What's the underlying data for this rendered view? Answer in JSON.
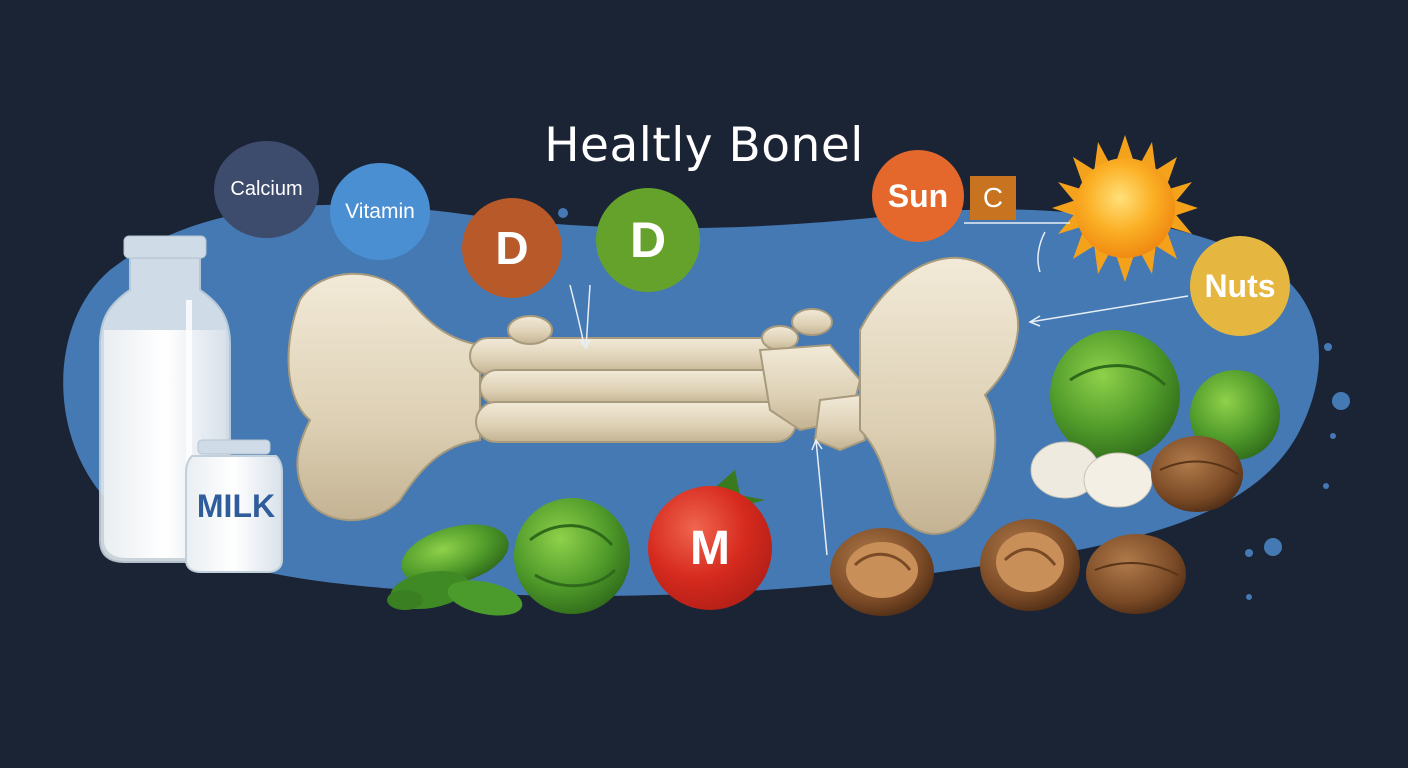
{
  "title": "Healtly Bonel",
  "labels": {
    "calcium": "Calcium",
    "vitamin": "Vitamin",
    "d_brown": "D",
    "d_green": "D",
    "sun": "Sun",
    "c_box": "C",
    "nuts": "Nuts",
    "milk": "MILK",
    "tomato": "M"
  },
  "colors": {
    "background": "#1b2435",
    "blob": "#4479b3",
    "calcium_bubble": "#3d4b6d",
    "vitamin_bubble": "#4b8fd3",
    "d_brown_bubble": "#b8592a",
    "d_green_bubble": "#64a22c",
    "sun_bubble": "#e4682c",
    "nuts_bubble": "#e5b741",
    "c_box": "#c8731f",
    "bone": "#e7dcc5",
    "milk_label": "#2f5d9c"
  },
  "icons": [
    "milk-bottle-icon",
    "milk-jar-icon",
    "bone-icon",
    "sun-icon",
    "tomato-icon",
    "spinach-icon",
    "brussels-sprout-icon",
    "walnut-icon",
    "arrow-icon"
  ]
}
